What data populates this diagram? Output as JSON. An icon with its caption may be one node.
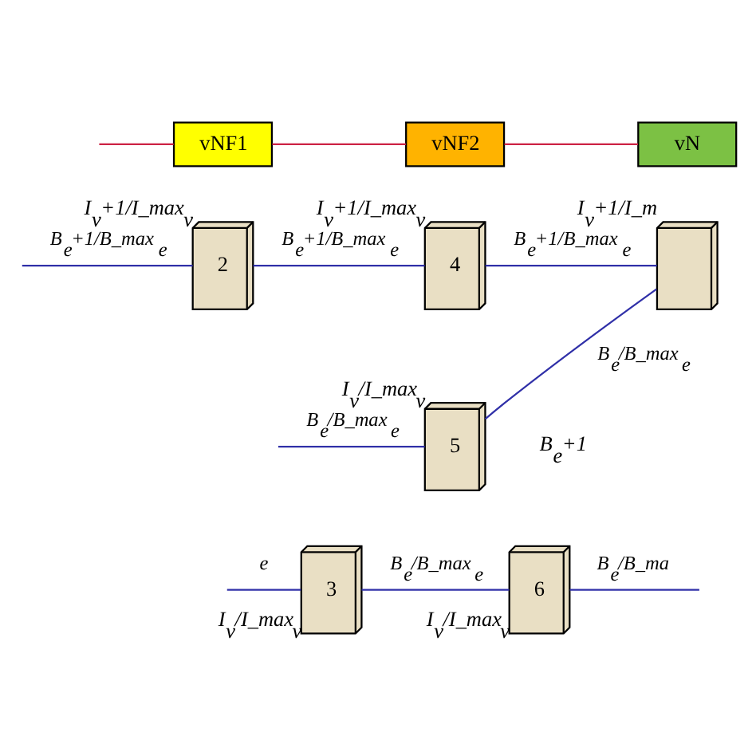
{
  "diagram": {
    "nodes": [
      {
        "text": [
          "vNF1"
        ]
      },
      {
        "text": [
          "vNF2"
        ]
      },
      {
        "text": [
          "vN"
        ]
      },
      {
        "text": [
          "2"
        ],
        "beside": [
          "I$_{v}$+1/I_max$_{v}$"
        ]
      },
      {
        "text": [
          "4"
        ],
        "beside": [
          "I$_{v}$+1/I_max$_{v}$"
        ]
      },
      {
        "text": [],
        "shape": "picture",
        "beside": [
          "I$_{v}$+1/I_m"
        ]
      },
      {
        "text": [
          "5"
        ],
        "beside": [
          "I$_{v}$/I_max$_{v}$"
        ]
      },
      {
        "text": [
          "3"
        ],
        "beside": [
          "I$_{v}$/I_max$_{v}$"
        ]
      },
      {
        "text": [
          "6"
        ],
        "beside": [
          "I$_{v}$/I_max$_{v}$"
        ]
      }
    ],
    "edges": [
      {
        "from": null,
        "to": 0,
        "arrow": "none",
        "color": "#cc2244"
      },
      {
        "from": 0,
        "to": 1,
        "arrow": "none",
        "color": "#cc2244"
      },
      {
        "from": 1,
        "to": 2,
        "arrow": "none",
        "color": "#cc2244"
      },
      {
        "from": null,
        "to": 3,
        "arrow": "none",
        "label": "B$_{e}$+1/B_max$_{e}$"
      },
      {
        "from": 3,
        "to": 4,
        "arrow": "none",
        "label": "B$_{e}$+1/B_max$_{e}$"
      },
      {
        "from": 4,
        "to": 5,
        "arrow": "none",
        "label": "B$_{e}$+1/B_max$_{e}$"
      },
      {
        "from": null,
        "to": 6,
        "arrow": "none",
        "label": "B$_{e}$/B_max$_{e}$"
      },
      {
        "from": 6,
        "to": 5,
        "arrow": "none",
        "label": "B$_{e}$/B_max$_{e}$"
      },
      {
        "from": null,
        "to": 7,
        "arrow": "none",
        "label": "e"
      },
      {
        "from": 7,
        "to": 8,
        "arrow": "none",
        "label": "B$_{e}$/B_max$_{e}$"
      },
      {
        "from": 8,
        "to": null,
        "arrow": "none",
        "label": "B$_{e}$/B_ma"
      }
    ],
    "labels": [
      "B$_{e}$+1"
    ]
  }
}
